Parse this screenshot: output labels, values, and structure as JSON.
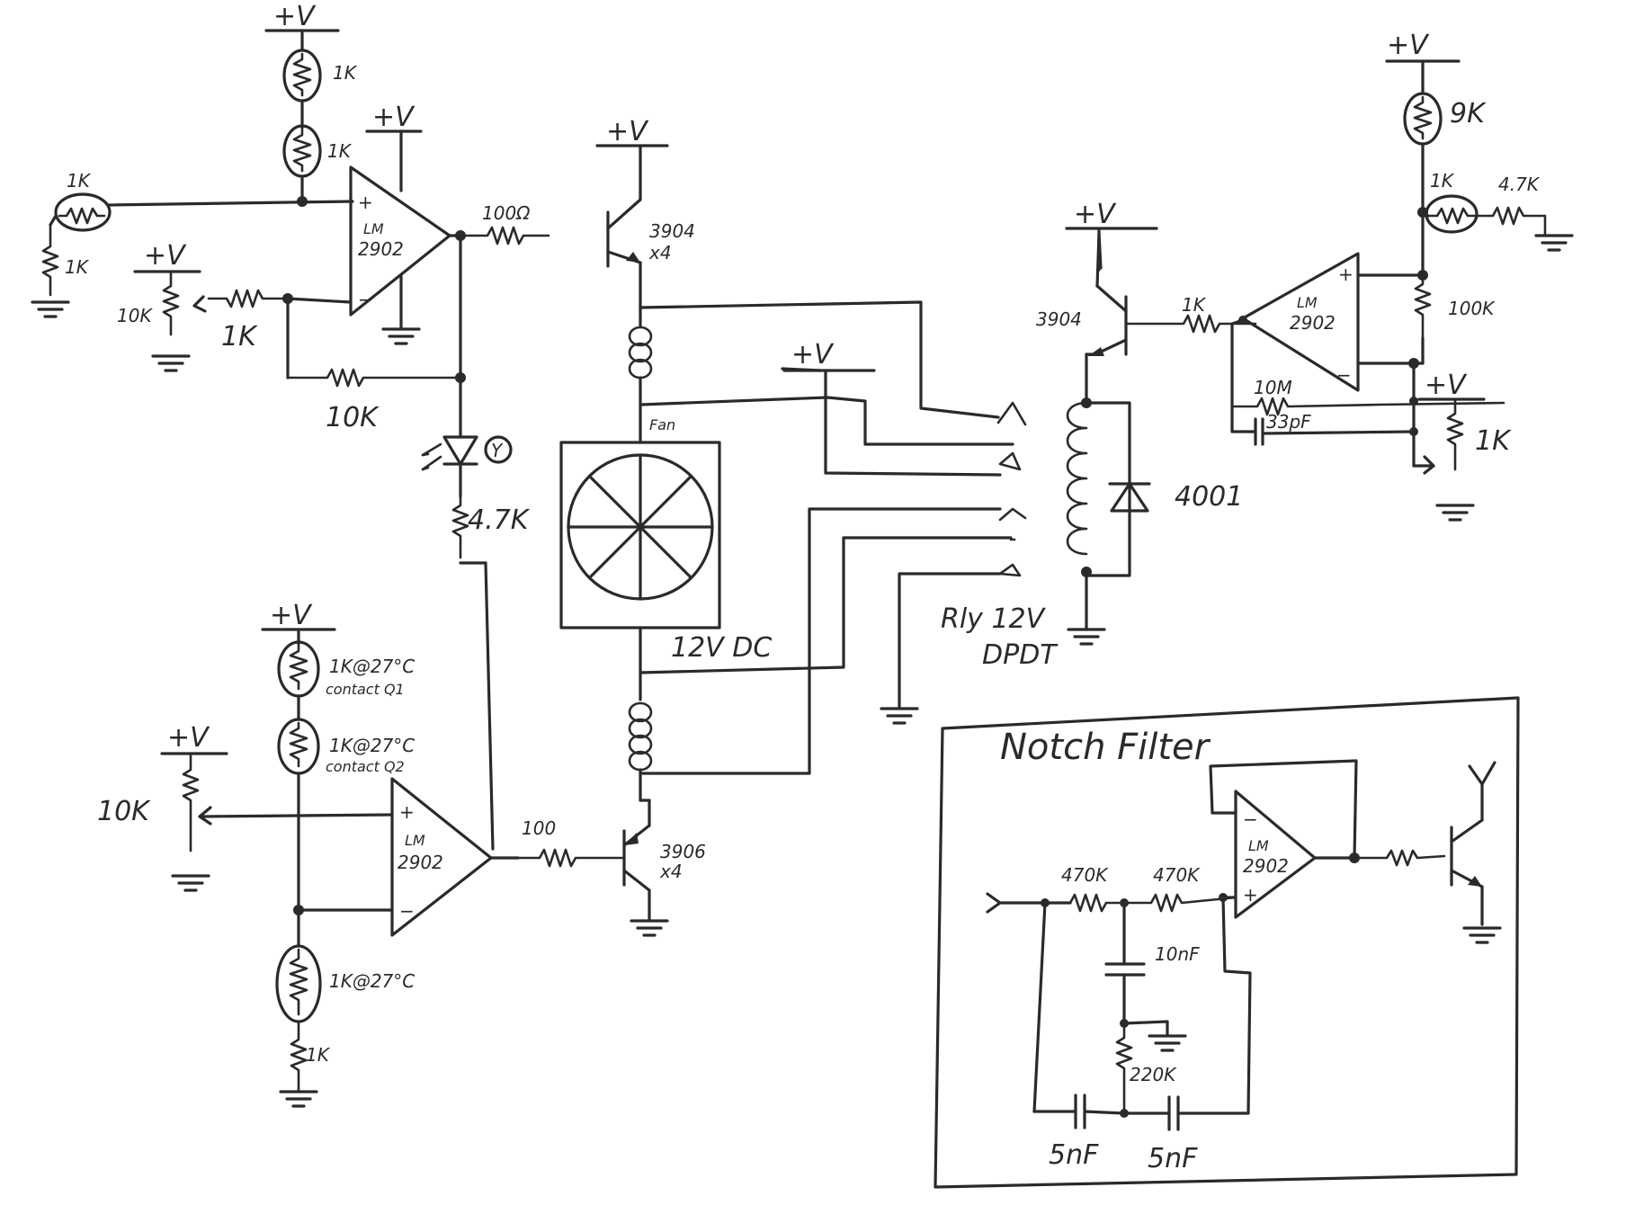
{
  "supply": "+V",
  "ic": {
    "top": "LM",
    "bottom": "2902"
  },
  "opamp_pins": {
    "plus": "+",
    "minus": "−"
  },
  "labels": {
    "r_1k_a": "1K",
    "r_1k_b": "1K",
    "r_1k_c": "1K",
    "r_1k_d": "1K",
    "pot_10k_top": "10K",
    "r_1k_e": "1K",
    "r_10k_fb": "10K",
    "r_100ohm": "100Ω",
    "q_3904_top": "3904",
    "x4_top": "x4",
    "led_mark": "Y",
    "r_4k7": "4.7K",
    "fan_small": "Fan",
    "fan_12v": "12V DC",
    "th1": "1K@27°C",
    "th1_note": "contact Q1",
    "th2": "1K@27°C",
    "th2_note": "contact Q2",
    "pot_10k_bottom": "10K",
    "th3": "1K@27°C",
    "r_1k_bottom": "1K",
    "r_100": "100",
    "q_3906": "3906",
    "x4_bottom": "x4",
    "q_3904_relay": "3904",
    "r_1k_relay": "1K",
    "diode": "4001",
    "relay_1": "Rly 12V",
    "relay_2": "DPDT",
    "r_9k": "9K",
    "r_1k_right": "1K",
    "r_4k7_right": "4.7K",
    "r_100k": "100K",
    "r_10m": "10M",
    "c_33pf": "33pF",
    "pot_1k_right": "1K",
    "notch_title": "Notch Filter",
    "r_470k_a": "470K",
    "r_470k_b": "470K",
    "c_10nf": "10nF",
    "r_220k": "220K",
    "c_5nf_a": "5nF",
    "c_5nf_b": "5nF"
  }
}
